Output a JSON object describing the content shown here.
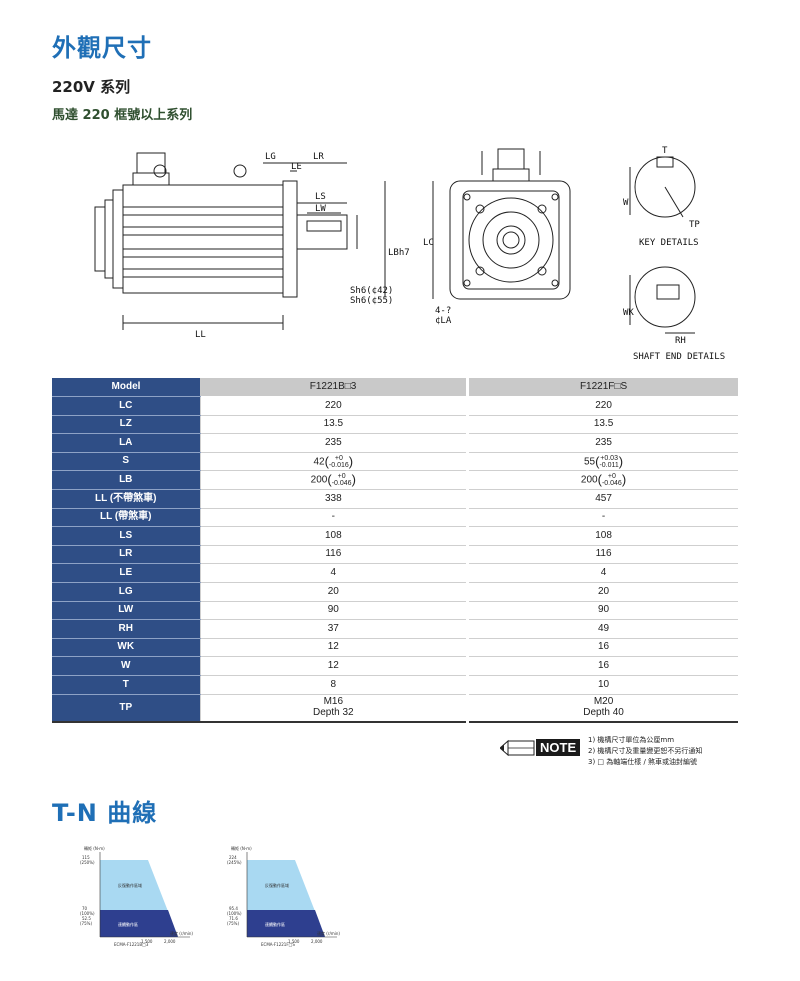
{
  "header": {
    "title": "外觀尺寸",
    "series": "220V 系列",
    "frame": "馬達 220 框號以上系列"
  },
  "drawing_labels": {
    "lg": "LG",
    "lr": "LR",
    "le": "LE",
    "ls": "LS",
    "lw": "LW",
    "ll": "LL",
    "lb": "LBh7",
    "sh1": "Sh6(¢42)",
    "sh2": "Sh6(¢55)",
    "lc": "LC",
    "holes": "4-?",
    "la": "¢LA",
    "w": "W",
    "t": "T",
    "tp": "TP",
    "key_details": "KEY DETAILS",
    "rh": "RH",
    "wk": "WK",
    "shaft_end": "SHAFT END DETAILS"
  },
  "table": {
    "model_label": "Model",
    "col1": "F1221B□3",
    "col2": "F1221F□S",
    "rows": [
      {
        "label": "LC",
        "v1": "220",
        "v2": "220"
      },
      {
        "label": "LZ",
        "v1": "13.5",
        "v2": "13.5"
      },
      {
        "label": "LA",
        "v1": "235",
        "v2": "235"
      },
      {
        "label": "S",
        "v1": "42",
        "v1_up": "+0",
        "v1_dn": "-0.016",
        "v2": "55",
        "v2_up": "+0.03",
        "v2_dn": "-0.011"
      },
      {
        "label": "LB",
        "v1": "200",
        "v1_up": "+0",
        "v1_dn": "-0.046",
        "v2": "200",
        "v2_up": "+0",
        "v2_dn": "-0.046"
      },
      {
        "label": "LL (不帶煞車)",
        "v1": "338",
        "v2": "457"
      },
      {
        "label": "LL (帶煞車)",
        "v1": "-",
        "v2": "-"
      },
      {
        "label": "LS",
        "v1": "108",
        "v2": "108"
      },
      {
        "label": "LR",
        "v1": "116",
        "v2": "116"
      },
      {
        "label": "LE",
        "v1": "4",
        "v2": "4"
      },
      {
        "label": "LG",
        "v1": "20",
        "v2": "20"
      },
      {
        "label": "LW",
        "v1": "90",
        "v2": "90"
      },
      {
        "label": "RH",
        "v1": "37",
        "v2": "49"
      },
      {
        "label": "WK",
        "v1": "12",
        "v2": "16"
      },
      {
        "label": "W",
        "v1": "12",
        "v2": "16"
      },
      {
        "label": "T",
        "v1": "8",
        "v2": "10"
      },
      {
        "label": "TP",
        "v1": "M16",
        "v1b": "Depth 32",
        "v2": "M20",
        "v2b": "Depth 40"
      }
    ]
  },
  "note": {
    "badge": "NOTE",
    "lines": [
      "1)  機構尺寸單位為公厘mm",
      "2)  機構尺寸及重量變更恕不另行通知",
      "3)  □ 為軸端仕樣 / 煞車或油封編號"
    ]
  },
  "tn": {
    "title": "T-N 曲線",
    "chart1": {
      "y_axis": "轉矩 (N-m)",
      "y_top": "115",
      "y_top_pct": "(250%)",
      "y_mid": "70",
      "y_mid_pct": "(100%)",
      "y_low": "52.5",
      "y_low_pct": "(75%)",
      "intermittent": "反復動作區域",
      "continuous": "連續動作區",
      "x1": "1,500",
      "x2": "2,000",
      "x_axis": "速度 (r/min)",
      "model": "ECMA-F1221B□3"
    },
    "chart2": {
      "y_axis": "轉矩 (N-m)",
      "y_top": "224",
      "y_top_pct": "(245%)",
      "y_mid": "95.4",
      "y_mid_pct": "(100%)",
      "y_low": "71.6",
      "y_low_pct": "(75%)",
      "intermittent": "反復動作區域",
      "continuous": "連續動作區",
      "x1": "1,500",
      "x2": "2,000",
      "x_axis": "速度 (r/min)",
      "model": "ECMA-F1221F□S"
    }
  }
}
